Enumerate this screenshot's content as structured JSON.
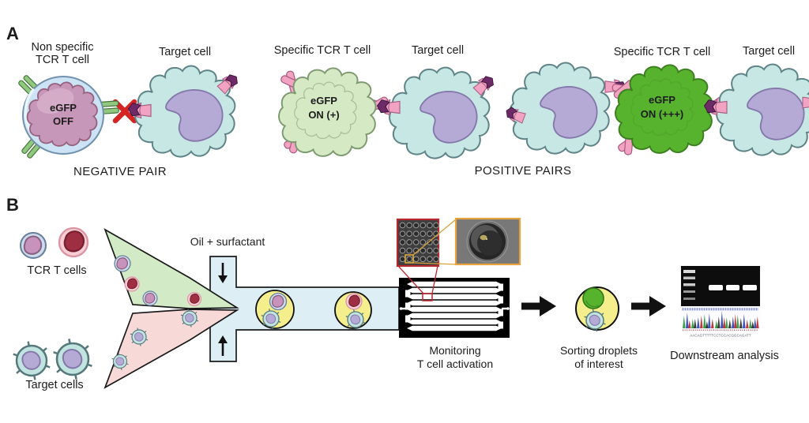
{
  "panel_a": {
    "label": "A",
    "negative_pair": {
      "t_cell_label_1": "Non specific",
      "t_cell_label_2": "TCR T cell",
      "egfp_1": "eGFP",
      "egfp_2": "OFF",
      "target_label": "Target cell",
      "caption": "NEGATIVE PAIR"
    },
    "positive_low": {
      "t_cell_label": "Specific TCR T cell",
      "egfp_1": "eGFP",
      "egfp_2": "ON (+)",
      "target_label": "Target cell"
    },
    "positive_high": {
      "t_cell_label": "Specific TCR T cell",
      "egfp_1": "eGFP",
      "egfp_2": "ON (+++)",
      "target_label": "Target cell"
    },
    "positive_caption": "POSITIVE PAIRS"
  },
  "panel_b": {
    "label": "B",
    "tcr_t_cells_label": "TCR T cells",
    "target_cells_label": "Target cells",
    "oil_label": "Oil + surfactant",
    "monitoring_1": "Monitoring",
    "monitoring_2": "T cell activation",
    "sorting_1": "Sorting droplets",
    "sorting_2": "of interest",
    "downstream_label": "Downstream analysis",
    "sequence": "AACAGTTTTTCCTCCACGGCAGATT"
  },
  "colors": {
    "egfp_off_body": "#c697b8",
    "t_cell_membrane": "#cbe3f4",
    "egfp_on_low": "#d5e9c4",
    "egfp_on_high": "#57b22d",
    "target_cell_body": "#c6e7e4",
    "nucleus_purple": "#b5a9d5",
    "receptor_pink": "#f2a3c1",
    "antigen_purple": "#6e2a66",
    "tcr_green": "#8fc87e",
    "cross_red": "#d62323",
    "droplet_yellow": "#f5ee8d",
    "channel_green": "#d3eac6",
    "channel_pink": "#f7d9d8",
    "channel_blue": "#ddeef5"
  }
}
